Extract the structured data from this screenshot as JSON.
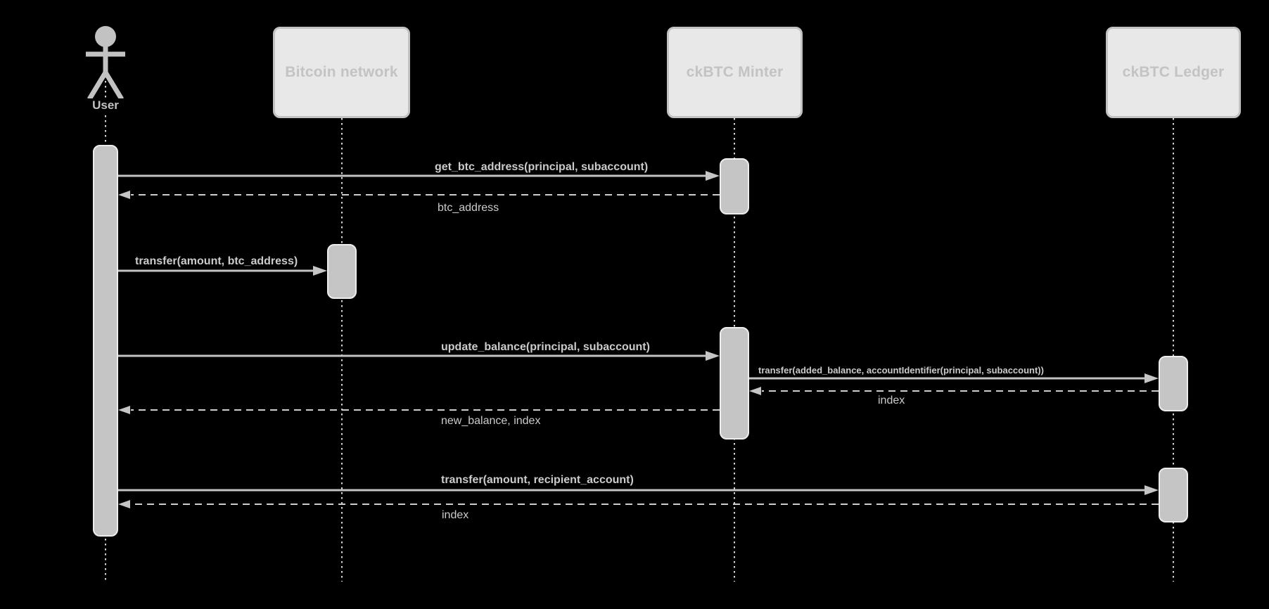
{
  "participants": [
    {
      "id": "user",
      "type": "actor",
      "label": "User"
    },
    {
      "id": "bitcoin",
      "type": "box",
      "label": "Bitcoin network"
    },
    {
      "id": "minter",
      "type": "box",
      "label": "ckBTC Minter"
    },
    {
      "id": "ledger",
      "type": "box",
      "label": "ckBTC Ledger"
    }
  ],
  "messages": [
    {
      "from": "user",
      "to": "minter",
      "kind": "call",
      "label": "get_btc_address(principal, subaccount)"
    },
    {
      "from": "minter",
      "to": "user",
      "kind": "return",
      "label": "btc_address"
    },
    {
      "from": "user",
      "to": "bitcoin",
      "kind": "call",
      "label": "transfer(amount, btc_address)"
    },
    {
      "from": "user",
      "to": "minter",
      "kind": "call",
      "label": "update_balance(principal, subaccount)"
    },
    {
      "from": "minter",
      "to": "ledger",
      "kind": "call",
      "label": "transfer(added_balance, accountIdentifier(principal, subaccount))"
    },
    {
      "from": "ledger",
      "to": "minter",
      "kind": "return",
      "label": "index"
    },
    {
      "from": "minter",
      "to": "user",
      "kind": "return",
      "label": "new_balance, index"
    },
    {
      "from": "user",
      "to": "ledger",
      "kind": "call",
      "label": "transfer(amount, recipient_account)"
    },
    {
      "from": "ledger",
      "to": "user",
      "kind": "return",
      "label": "index"
    }
  ],
  "colors": {
    "background": "#000000",
    "shape_fill": "#e8e8e8",
    "shape_border": "#c2c2c2",
    "shape_text": "#c3c3c3",
    "bar_fill": "#c5c5c5",
    "bar_border": "#ededed",
    "line": "#c2c2c2",
    "ret_line": "#cdcdcd",
    "msg_text": "#cbcbcb",
    "lifeline": "#d4d4d4"
  }
}
